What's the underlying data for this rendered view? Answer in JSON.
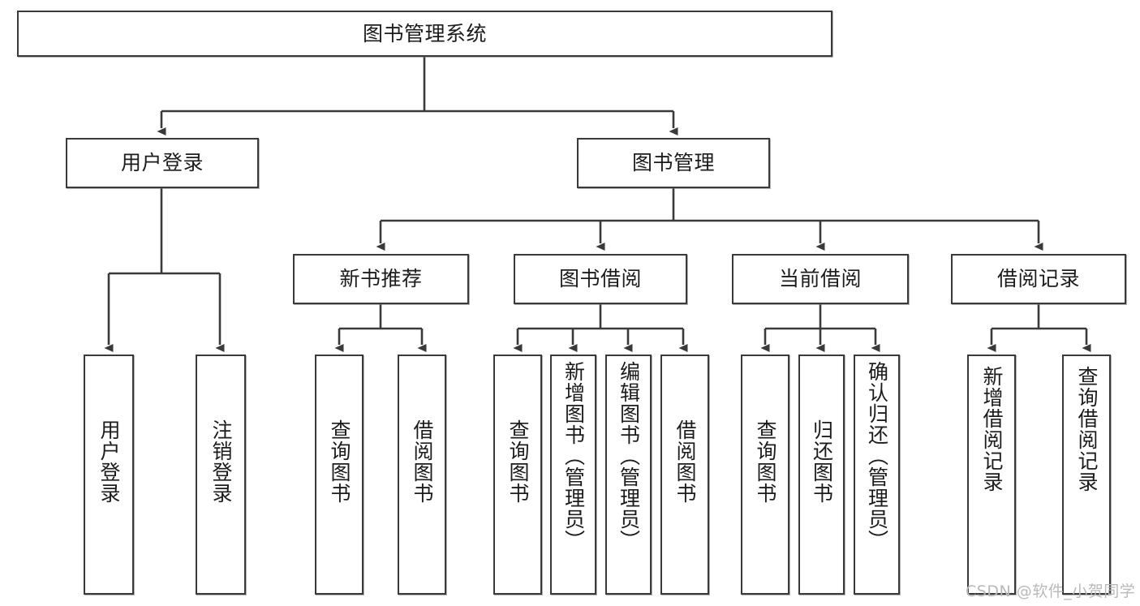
{
  "diagram": {
    "title": "图书管理系统",
    "watermark": "CSDN @软件_小贺同学",
    "root": {
      "label": "图书管理系统"
    },
    "level2": [
      {
        "label": "用户登录"
      },
      {
        "label": "图书管理"
      }
    ],
    "level3": [
      {
        "label": "新书推荐"
      },
      {
        "label": "图书借阅"
      },
      {
        "label": "当前借阅"
      },
      {
        "label": "借阅记录"
      }
    ],
    "leaves": {
      "user_login": [
        {
          "label": "用户登录"
        },
        {
          "label": "注销登录"
        }
      ],
      "new_book_recommend": [
        {
          "label": "查询图书"
        },
        {
          "label": "借阅图书"
        }
      ],
      "book_borrow": [
        {
          "label": "查询图书"
        },
        {
          "label": "新增图书（管理员）"
        },
        {
          "label": "编辑图书（管理员）"
        },
        {
          "label": "借阅图书"
        }
      ],
      "current_borrow": [
        {
          "label": "查询图书"
        },
        {
          "label": "归还图书"
        },
        {
          "label": "确认归还（管理员）"
        }
      ],
      "borrow_record": [
        {
          "label": "新增借阅记录"
        },
        {
          "label": "查询借阅记录"
        }
      ]
    },
    "colors": {
      "stroke": "#3a3a3a",
      "fill": "#ffffff",
      "text": "#1c1c1c",
      "watermark": "#b9b9b9"
    }
  }
}
